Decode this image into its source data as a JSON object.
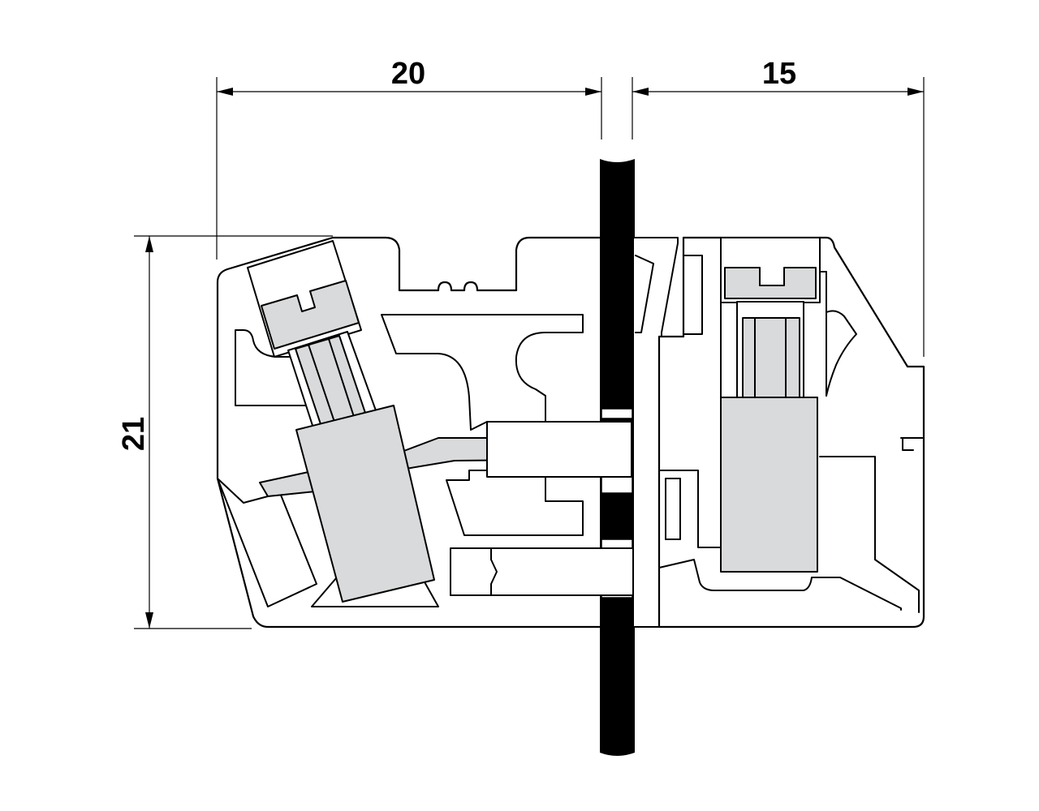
{
  "dimensions": {
    "left_width": "20",
    "right_width": "15",
    "height": "21"
  },
  "colors": {
    "line": "#000000",
    "metal_fill": "#d9dadb",
    "background": "#ffffff"
  }
}
